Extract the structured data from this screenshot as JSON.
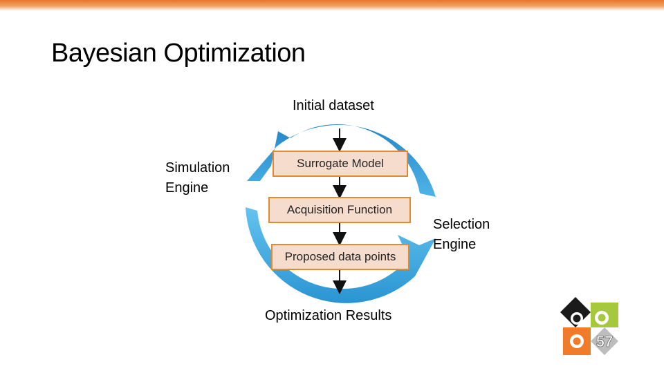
{
  "slide": {
    "title": "Bayesian Optimization",
    "page_number": "57"
  },
  "diagram": {
    "input_label": "Initial dataset",
    "steps": [
      "Surrogate Model",
      "Acquisition Function",
      "Proposed data points"
    ],
    "output_label": "Optimization Results",
    "left_label_line1": "Simulation",
    "left_label_line2": "Engine",
    "right_label_line1": "Selection",
    "right_label_line2": "Engine"
  },
  "colors": {
    "accent_orange": "#e8742a",
    "box_fill": "#f6dccc",
    "box_border": "#e3892f",
    "cycle_blue": "#1e8ccc",
    "logo_dark": "#1a1a1a",
    "logo_lime": "#a6c83c",
    "logo_orange": "#f07c2b",
    "logo_gray": "#bdbdbd"
  }
}
